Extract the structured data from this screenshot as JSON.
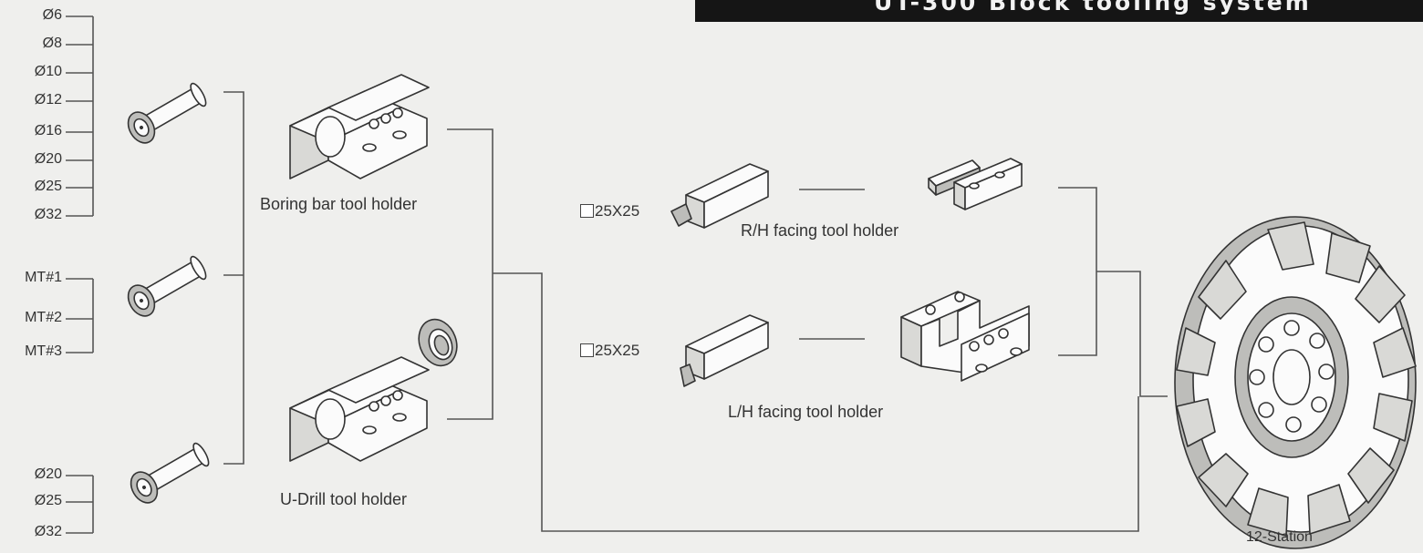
{
  "header": {
    "title": "UT-300 Block tooling system"
  },
  "sleeve_sizes": {
    "group_a": [
      "Ø6",
      "Ø8",
      "Ø10",
      "Ø12",
      "Ø16",
      "Ø20",
      "Ø25",
      "Ø32"
    ],
    "group_b": [
      "MT#1",
      "MT#2",
      "MT#3"
    ],
    "group_c": [
      "Ø20",
      "Ø25",
      "Ø32"
    ]
  },
  "holders": {
    "boring": "Boring bar tool holder",
    "udrill": "U-Drill tool holder",
    "rh_facing": "R/H facing tool holder",
    "lh_facing": "L/H facing tool holder"
  },
  "shanks": {
    "rh": "25X25",
    "lh": "25X25"
  },
  "turret": {
    "label": "12-Station"
  }
}
